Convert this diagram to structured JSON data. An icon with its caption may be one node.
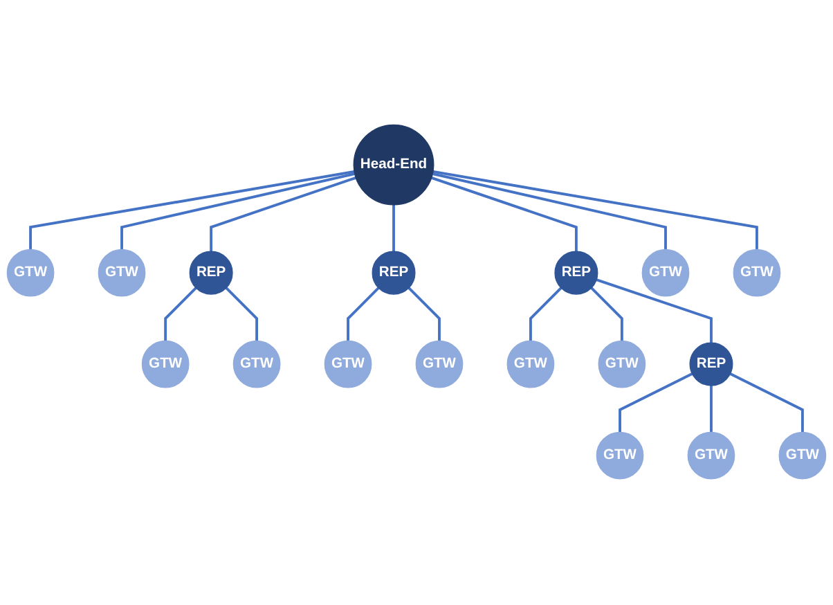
{
  "diagram": {
    "nodes": [
      {
        "text": [
          "Head-End"
        ]
      },
      {
        "text": [
          "GTW"
        ]
      },
      {
        "text": [
          "GTW"
        ]
      },
      {
        "text": [
          "REP"
        ]
      },
      {
        "text": [
          "GTW"
        ]
      },
      {
        "text": [
          "REP"
        ]
      },
      {
        "text": [
          "REP"
        ]
      },
      {
        "text": [
          "GTW"
        ]
      },
      {
        "text": [
          "GTW"
        ]
      },
      {
        "text": [
          "GTW"
        ]
      },
      {
        "text": [
          "GTW"
        ]
      },
      {
        "text": [
          "GTW"
        ]
      },
      {
        "text": [
          "GTW"
        ]
      },
      {
        "text": [
          "GTW"
        ]
      },
      {
        "text": [
          "REP"
        ]
      },
      {
        "text": [
          "GTW"
        ]
      },
      {
        "text": [
          "GTW"
        ]
      },
      {
        "text": [
          "GTW"
        ]
      }
    ],
    "edges": [
      {
        "from": 0,
        "to": 1,
        "arrow": "none"
      },
      {
        "from": 0,
        "to": 2,
        "arrow": "none"
      },
      {
        "from": 0,
        "to": 3,
        "arrow": "none"
      },
      {
        "from": 0,
        "to": 5,
        "arrow": "none"
      },
      {
        "from": 0,
        "to": 6,
        "arrow": "none"
      },
      {
        "from": 0,
        "to": 8,
        "arrow": "none"
      },
      {
        "from": 0,
        "to": 13,
        "arrow": "none"
      },
      {
        "from": 3,
        "to": 4,
        "arrow": "none"
      },
      {
        "from": 3,
        "to": 10,
        "arrow": "none"
      },
      {
        "from": 5,
        "to": 7,
        "arrow": "none"
      },
      {
        "from": 5,
        "to": 11,
        "arrow": "none"
      },
      {
        "from": 6,
        "to": 9,
        "arrow": "none"
      },
      {
        "from": 6,
        "to": 12,
        "arrow": "none"
      },
      {
        "from": 6,
        "to": 14,
        "arrow": "none"
      },
      {
        "from": 14,
        "to": 15,
        "arrow": "none"
      },
      {
        "from": 14,
        "to": 16,
        "arrow": "none"
      },
      {
        "from": 14,
        "to": 17,
        "arrow": "none"
      }
    ]
  }
}
